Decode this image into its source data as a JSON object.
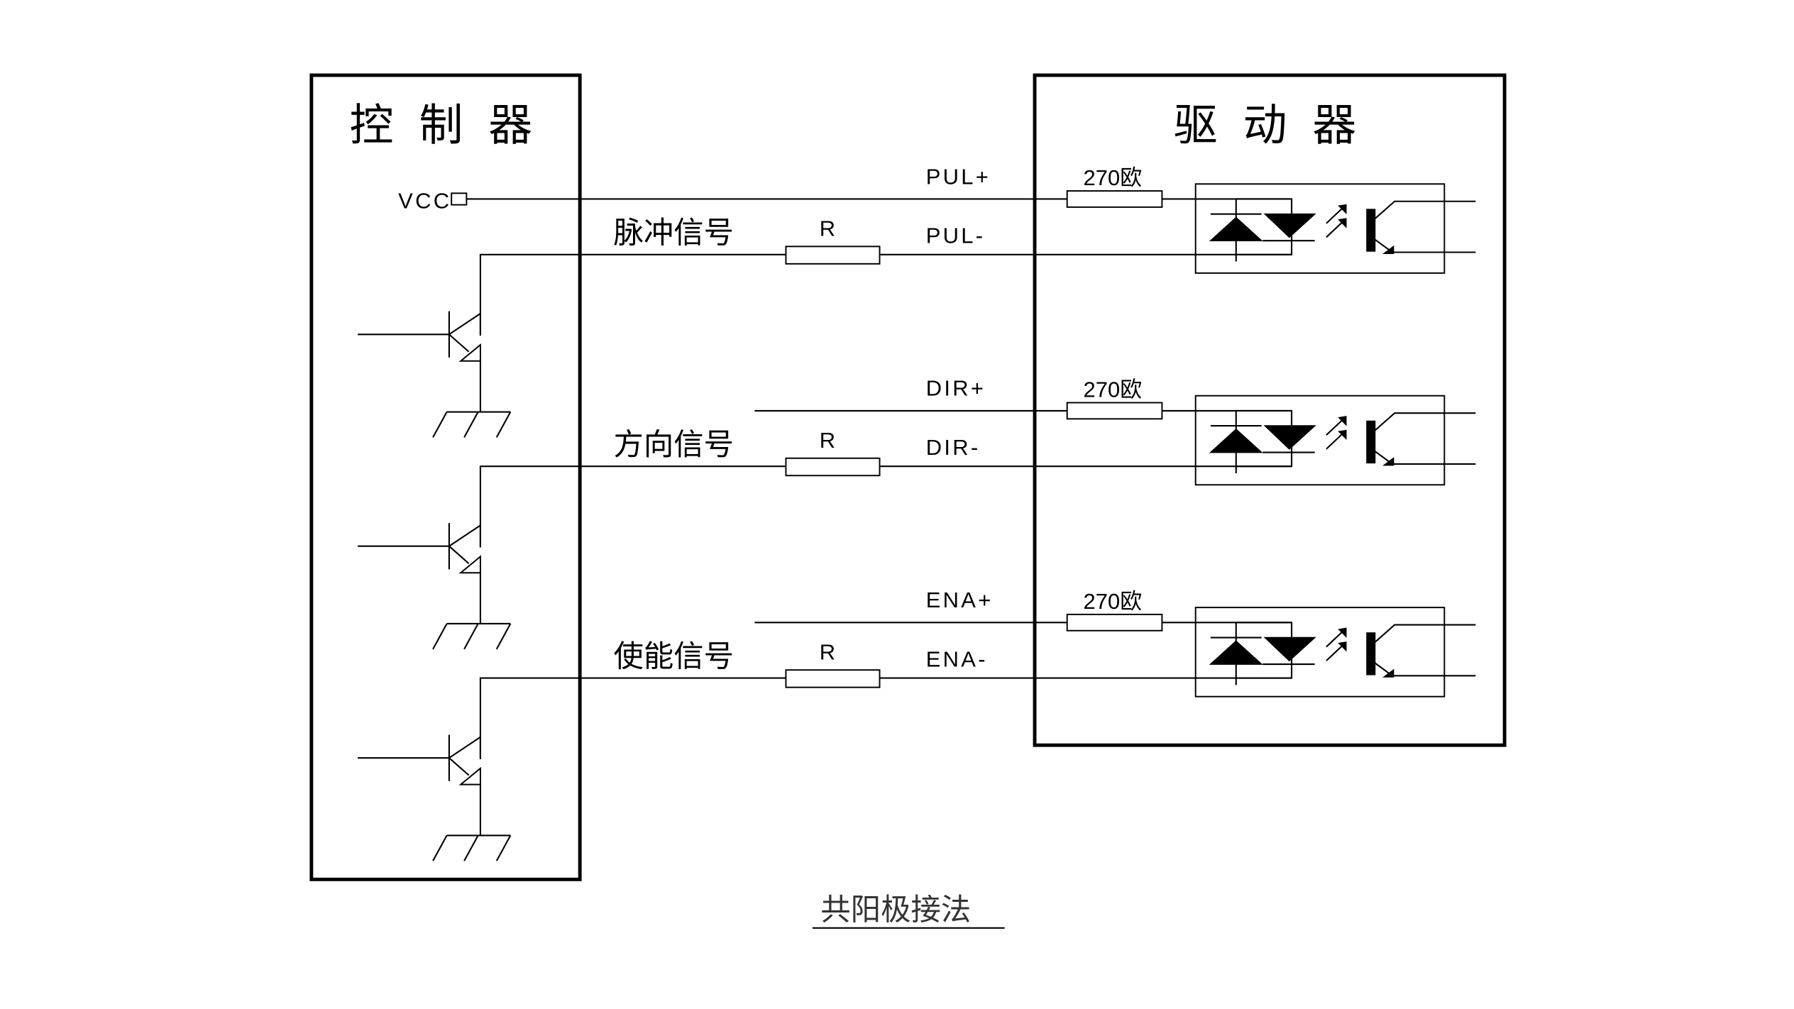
{
  "controller": {
    "title": "控制器",
    "vcc_label": "VCC"
  },
  "driver": {
    "title": "驱动器"
  },
  "channels": [
    {
      "signal_name": "脉冲信号",
      "plus_pin": "PUL+",
      "minus_pin": "PUL-",
      "series_resistor": "R",
      "internal_resistor": "270欧"
    },
    {
      "signal_name": "方向信号",
      "plus_pin": "DIR+",
      "minus_pin": "DIR-",
      "series_resistor": "R",
      "internal_resistor": "270欧"
    },
    {
      "signal_name": "使能信号",
      "plus_pin": "ENA+",
      "minus_pin": "ENA-",
      "series_resistor": "R",
      "internal_resistor": "270欧"
    }
  ],
  "caption": "共阳极接法",
  "icons": {
    "transistor": "npn-transistor-icon",
    "ground": "ground-icon",
    "resistor": "resistor-icon",
    "optocoupler": "optocoupler-icon"
  }
}
